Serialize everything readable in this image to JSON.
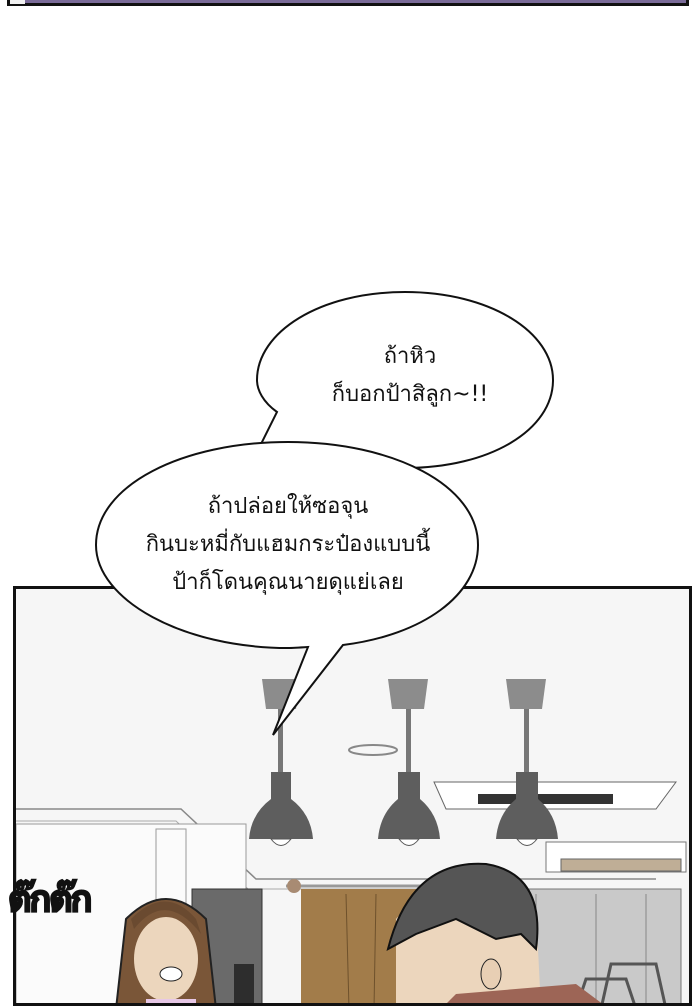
{
  "comic": {
    "top_panel": {
      "color": "#7a6b98"
    },
    "bubble_1": {
      "lines": [
        "ถ้าหิว",
        "ก็บอกป้าสิลูก~!!"
      ]
    },
    "bubble_2": {
      "lines": [
        "ถ้าปล่อยให้ซอจุน",
        "กินบะหมี่กับแฮมกระป๋องแบบนี้",
        "ป้าก็โดนคุณนายดุแย่เลย"
      ]
    },
    "sound_effect": "ต๊กต๊ก",
    "scene": {
      "description": "Kitchen interior with three pendant lamps, ceiling air conditioner, curtain, a woman with brown bob hair and a dark-haired young man",
      "colors": {
        "lamp": "#5e5e5e",
        "curtain": "#a27c4a",
        "woman_hair": "#7a5638",
        "man_hair": "#555555",
        "skin": "#ecd6bd",
        "shirt": "#9d6556"
      }
    }
  }
}
